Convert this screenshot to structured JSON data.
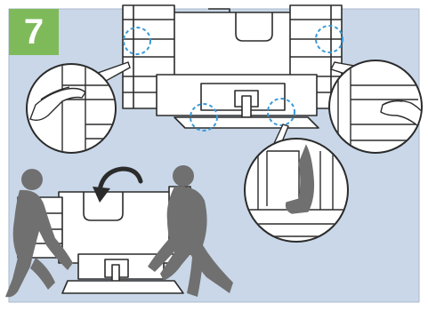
{
  "step": {
    "number": "7",
    "badge_color": "#7fba5a"
  },
  "palette": {
    "background_panel": "#c9d7e8",
    "line": "#2b2b2b",
    "person": "#707070",
    "callout_ring": "#3a9ad6",
    "box_white": "#ffffff"
  },
  "illustration": {
    "callouts": [
      {
        "name": "left-handhold-zoom",
        "shows": "hand-pulling-handle"
      },
      {
        "name": "right-handhold-zoom",
        "shows": "hand-pulling-handle"
      },
      {
        "name": "bottom-tray-zoom",
        "shows": "hand-at-tray-corner"
      }
    ],
    "highlight_circles": 4,
    "motion_arrow": "rotate-forward"
  }
}
